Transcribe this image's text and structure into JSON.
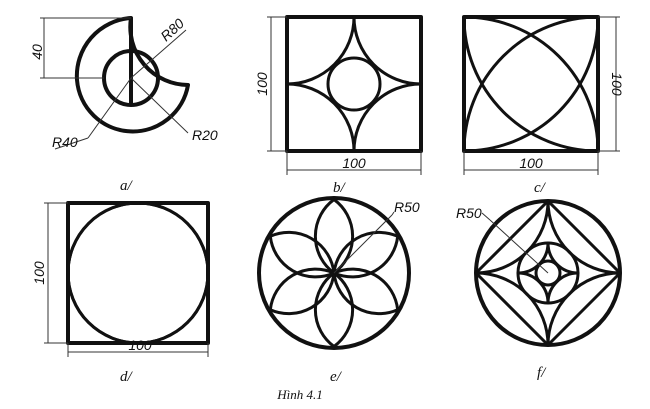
{
  "figure": {
    "caption": "Hình 4.1"
  },
  "panels": {
    "a": {
      "label": "a/",
      "dims": {
        "height": "40",
        "outer_radius": "R80",
        "mid_radius": "R40",
        "inner_radius": "R20"
      }
    },
    "b": {
      "label": "b/",
      "dims": {
        "width": "100",
        "height": "100"
      }
    },
    "c": {
      "label": "c/",
      "dims": {
        "width": "100",
        "height": "100"
      }
    },
    "d": {
      "label": "d/",
      "dims": {
        "width": "100",
        "height": "100"
      }
    },
    "e": {
      "label": "e/",
      "dims": {
        "radius": "R50"
      }
    },
    "f": {
      "label": "f/",
      "dims": {
        "radius": "R50"
      }
    }
  },
  "colors": {
    "stroke": "#111111",
    "background": "#ffffff"
  }
}
